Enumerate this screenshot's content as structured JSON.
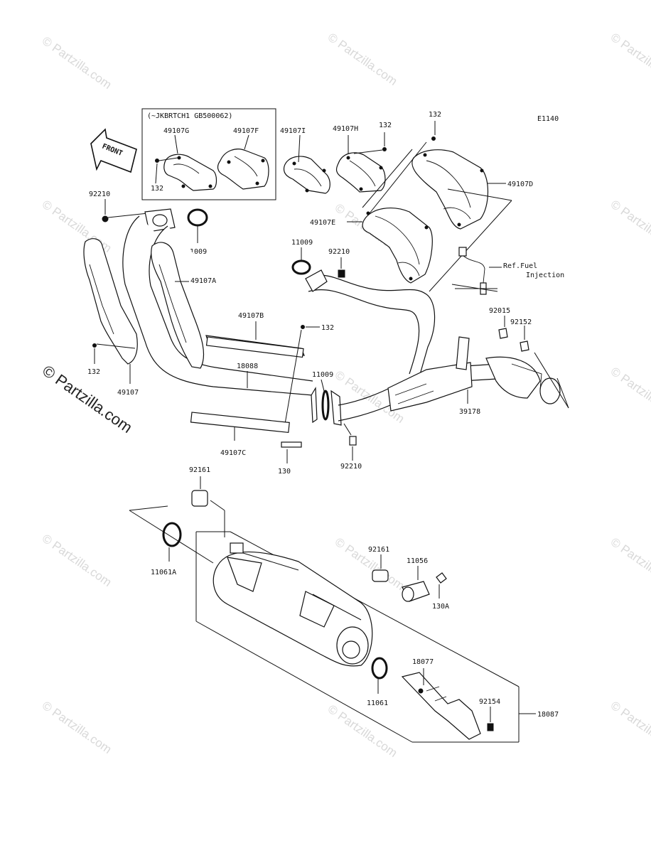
{
  "diagram": {
    "code": "E1140",
    "front_label": "FRONT",
    "variant_note": "(~JKBRTCH1 GB500062)",
    "ref_note": [
      "Ref.Fuel",
      "Injection"
    ],
    "watermark": "© Partzilla.com",
    "parts": {
      "p132_top": "132",
      "p132_a": "132",
      "p132_b": "132",
      "p132_c": "132",
      "p132_d": "132",
      "p49107G": "49107G",
      "p49107F": "49107F",
      "p49107I": "49107I",
      "p49107H": "49107H",
      "p49107D": "49107D",
      "p49107E": "49107E",
      "p92210_a": "92210",
      "p92210_b": "92210",
      "p92210_c": "92210",
      "p11009_a": "11009",
      "p11009_b": "11009",
      "p11009_c": "11009",
      "p49107A": "49107A",
      "p49107B": "49107B",
      "p49107C": "49107C",
      "p49107": "49107",
      "p18088": "18088",
      "p92015": "92015",
      "p92152": "92152",
      "p39178": "39178",
      "p130": "130",
      "p92161_a": "92161",
      "p92161_b": "92161",
      "p11056": "11056",
      "p130A": "130A",
      "p11061A": "11061A",
      "p11061": "11061",
      "p18077": "18077",
      "p92154": "92154",
      "p18087": "18087"
    }
  }
}
